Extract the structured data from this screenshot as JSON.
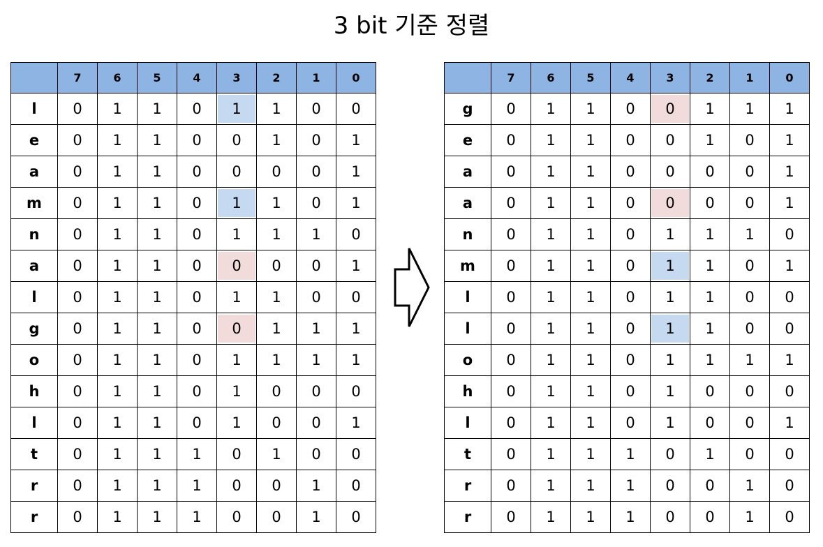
{
  "title": "3 bit 기준 정렬",
  "bit_headers": [
    "7",
    "6",
    "5",
    "4",
    "3",
    "2",
    "1",
    "0"
  ],
  "highlight_colors": {
    "blue": "#c5d9f1",
    "pink": "#f2dcdb",
    "header": "#8db4e2"
  },
  "left_table": {
    "rows": [
      {
        "label": "l",
        "bits": [
          "0",
          "1",
          "1",
          "0",
          "1",
          "1",
          "0",
          "0"
        ],
        "highlight": "blue"
      },
      {
        "label": "e",
        "bits": [
          "0",
          "1",
          "1",
          "0",
          "0",
          "1",
          "0",
          "1"
        ],
        "highlight": ""
      },
      {
        "label": "a",
        "bits": [
          "0",
          "1",
          "1",
          "0",
          "0",
          "0",
          "0",
          "1"
        ],
        "highlight": ""
      },
      {
        "label": "m",
        "bits": [
          "0",
          "1",
          "1",
          "0",
          "1",
          "1",
          "0",
          "1"
        ],
        "highlight": "blue"
      },
      {
        "label": "n",
        "bits": [
          "0",
          "1",
          "1",
          "0",
          "1",
          "1",
          "1",
          "0"
        ],
        "highlight": ""
      },
      {
        "label": "a",
        "bits": [
          "0",
          "1",
          "1",
          "0",
          "0",
          "0",
          "0",
          "1"
        ],
        "highlight": "pink"
      },
      {
        "label": "l",
        "bits": [
          "0",
          "1",
          "1",
          "0",
          "1",
          "1",
          "0",
          "0"
        ],
        "highlight": ""
      },
      {
        "label": "g",
        "bits": [
          "0",
          "1",
          "1",
          "0",
          "0",
          "1",
          "1",
          "1"
        ],
        "highlight": "pink"
      },
      {
        "label": "o",
        "bits": [
          "0",
          "1",
          "1",
          "0",
          "1",
          "1",
          "1",
          "1"
        ],
        "highlight": ""
      },
      {
        "label": "h",
        "bits": [
          "0",
          "1",
          "1",
          "0",
          "1",
          "0",
          "0",
          "0"
        ],
        "highlight": ""
      },
      {
        "label": "l",
        "bits": [
          "0",
          "1",
          "1",
          "0",
          "1",
          "0",
          "0",
          "1"
        ],
        "highlight": ""
      },
      {
        "label": "t",
        "bits": [
          "0",
          "1",
          "1",
          "1",
          "0",
          "1",
          "0",
          "0"
        ],
        "highlight": ""
      },
      {
        "label": "r",
        "bits": [
          "0",
          "1",
          "1",
          "1",
          "0",
          "0",
          "1",
          "0"
        ],
        "highlight": ""
      },
      {
        "label": "r",
        "bits": [
          "0",
          "1",
          "1",
          "1",
          "0",
          "0",
          "1",
          "0"
        ],
        "highlight": ""
      }
    ]
  },
  "right_table": {
    "rows": [
      {
        "label": "g",
        "bits": [
          "0",
          "1",
          "1",
          "0",
          "0",
          "1",
          "1",
          "1"
        ],
        "highlight": "pink"
      },
      {
        "label": "e",
        "bits": [
          "0",
          "1",
          "1",
          "0",
          "0",
          "1",
          "0",
          "1"
        ],
        "highlight": ""
      },
      {
        "label": "a",
        "bits": [
          "0",
          "1",
          "1",
          "0",
          "0",
          "0",
          "0",
          "1"
        ],
        "highlight": ""
      },
      {
        "label": "a",
        "bits": [
          "0",
          "1",
          "1",
          "0",
          "0",
          "0",
          "0",
          "1"
        ],
        "highlight": "pink"
      },
      {
        "label": "n",
        "bits": [
          "0",
          "1",
          "1",
          "0",
          "1",
          "1",
          "1",
          "0"
        ],
        "highlight": ""
      },
      {
        "label": "m",
        "bits": [
          "0",
          "1",
          "1",
          "0",
          "1",
          "1",
          "0",
          "1"
        ],
        "highlight": "blue"
      },
      {
        "label": "l",
        "bits": [
          "0",
          "1",
          "1",
          "0",
          "1",
          "1",
          "0",
          "0"
        ],
        "highlight": ""
      },
      {
        "label": "l",
        "bits": [
          "0",
          "1",
          "1",
          "0",
          "1",
          "1",
          "0",
          "0"
        ],
        "highlight": "blue"
      },
      {
        "label": "o",
        "bits": [
          "0",
          "1",
          "1",
          "0",
          "1",
          "1",
          "1",
          "1"
        ],
        "highlight": ""
      },
      {
        "label": "h",
        "bits": [
          "0",
          "1",
          "1",
          "0",
          "1",
          "0",
          "0",
          "0"
        ],
        "highlight": ""
      },
      {
        "label": "l",
        "bits": [
          "0",
          "1",
          "1",
          "0",
          "1",
          "0",
          "0",
          "1"
        ],
        "highlight": ""
      },
      {
        "label": "t",
        "bits": [
          "0",
          "1",
          "1",
          "1",
          "0",
          "1",
          "0",
          "0"
        ],
        "highlight": ""
      },
      {
        "label": "r",
        "bits": [
          "0",
          "1",
          "1",
          "1",
          "0",
          "0",
          "1",
          "0"
        ],
        "highlight": ""
      },
      {
        "label": "r",
        "bits": [
          "0",
          "1",
          "1",
          "1",
          "0",
          "0",
          "1",
          "0"
        ],
        "highlight": ""
      }
    ]
  },
  "arrow_icon": "right-arrow-outline-icon"
}
